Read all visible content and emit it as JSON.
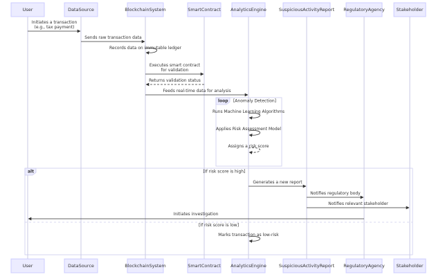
{
  "actors": [
    {
      "id": "user",
      "label": "User"
    },
    {
      "id": "datasource",
      "label": "DataSource"
    },
    {
      "id": "blockchain",
      "label": "BlockchainSystem"
    },
    {
      "id": "smartcontract",
      "label": "SmartContract"
    },
    {
      "id": "analytics",
      "label": "AnalyticsEngine"
    },
    {
      "id": "sar",
      "label": "SuspiciousActivityReport"
    },
    {
      "id": "regulator",
      "label": "RegulatoryAgency"
    },
    {
      "id": "stakeholder",
      "label": "Stakeholder"
    }
  ],
  "messages": [
    {
      "from": "user",
      "to": "datasource",
      "lines": [
        "Initiates a transaction",
        "(e.g., tax payment)"
      ],
      "style": "solid"
    },
    {
      "from": "datasource",
      "to": "blockchain",
      "lines": [
        "Sends raw transaction data"
      ],
      "style": "solid"
    },
    {
      "from": "blockchain",
      "to": "blockchain",
      "lines": [
        "Records data on immutable ledger"
      ],
      "style": "solid"
    },
    {
      "from": "blockchain",
      "to": "smartcontract",
      "lines": [
        "Executes smart contract",
        "for validation"
      ],
      "style": "solid"
    },
    {
      "from": "smartcontract",
      "to": "blockchain",
      "lines": [
        "Returns validation status"
      ],
      "style": "dashed"
    },
    {
      "from": "blockchain",
      "to": "analytics",
      "lines": [
        "Feeds real-time data for analysis"
      ],
      "style": "solid"
    },
    {
      "from": "analytics",
      "to": "analytics",
      "lines": [
        "Runs Machine Learning Algorithms"
      ],
      "style": "solid"
    },
    {
      "from": "analytics",
      "to": "analytics",
      "lines": [
        "Applies Risk Assessment Model"
      ],
      "style": "solid"
    },
    {
      "from": "analytics",
      "to": "analytics",
      "lines": [
        "Assigns a risk score"
      ],
      "style": "dashed"
    },
    {
      "from": "analytics",
      "to": "sar",
      "lines": [
        "Generates a new report"
      ],
      "style": "solid"
    },
    {
      "from": "sar",
      "to": "regulator",
      "lines": [
        "Notifies regulatory body"
      ],
      "style": "solid"
    },
    {
      "from": "sar",
      "to": "stakeholder",
      "lines": [
        "Notifies relevant stakeholder"
      ],
      "style": "solid"
    },
    {
      "from": "regulator",
      "to": "user",
      "lines": [
        "Initiates investigation"
      ],
      "style": "solid"
    },
    {
      "from": "analytics",
      "to": "analytics",
      "lines": [
        "Marks transaction as low-risk"
      ],
      "style": "solid"
    }
  ],
  "frames": [
    {
      "kind": "loop",
      "condition": "[Anomaly Detection]"
    },
    {
      "kind": "alt",
      "condition": "[If risk score is high]",
      "else_condition": "[If risk score is low]"
    }
  ]
}
